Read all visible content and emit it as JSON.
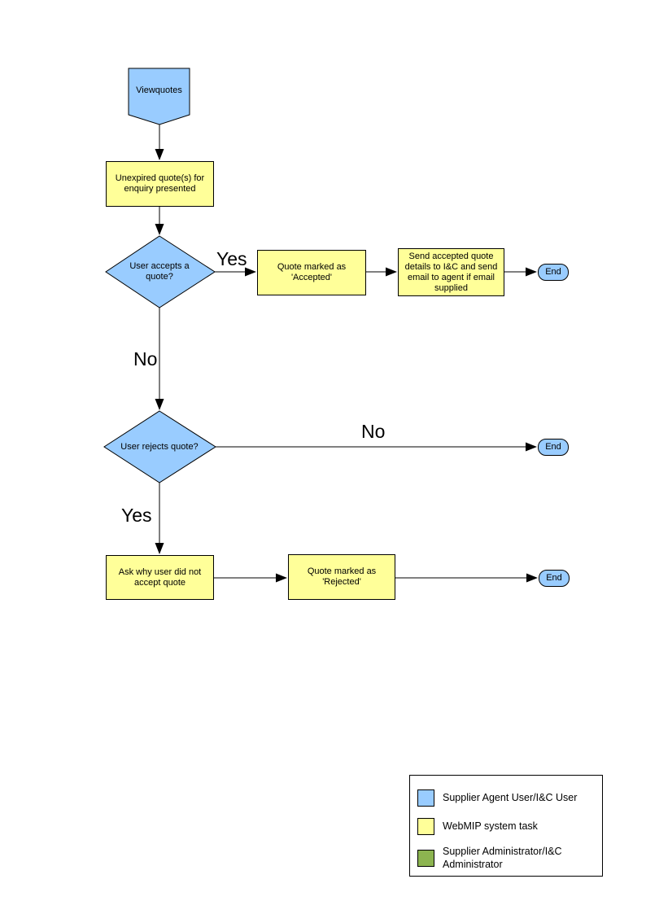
{
  "colors": {
    "node_blue": "#99CCFF",
    "task_yellow": "#FFFF99",
    "admin_green": "#8CB450",
    "line": "#000000"
  },
  "flow": {
    "start": {
      "label": "Viewquotes"
    },
    "unexpired": {
      "label": "Unexpired quote(s) for enquiry presented"
    },
    "accepts": {
      "label": "User accepts a quote?"
    },
    "marked_accepted": {
      "label": "Quote marked as 'Accepted'"
    },
    "send_details": {
      "label": "Send accepted quote details to I&C and send email to agent if email supplied"
    },
    "rejects": {
      "label": "User rejects quote?"
    },
    "ask_why": {
      "label": "Ask why user did not accept quote"
    },
    "marked_rejected": {
      "label": "Quote marked as 'Rejected'"
    },
    "end": {
      "label": "End"
    },
    "edges": {
      "yes1": "Yes",
      "no1": "No",
      "no2": "No",
      "yes2": "Yes"
    }
  },
  "legend": {
    "items": [
      {
        "color": "#99CCFF",
        "label": "Supplier Agent User/I&C User"
      },
      {
        "color": "#FFFF99",
        "label": "WebMIP system task"
      },
      {
        "color": "#8CB450",
        "label": "Supplier Administrator/I&C Administrator"
      }
    ]
  }
}
